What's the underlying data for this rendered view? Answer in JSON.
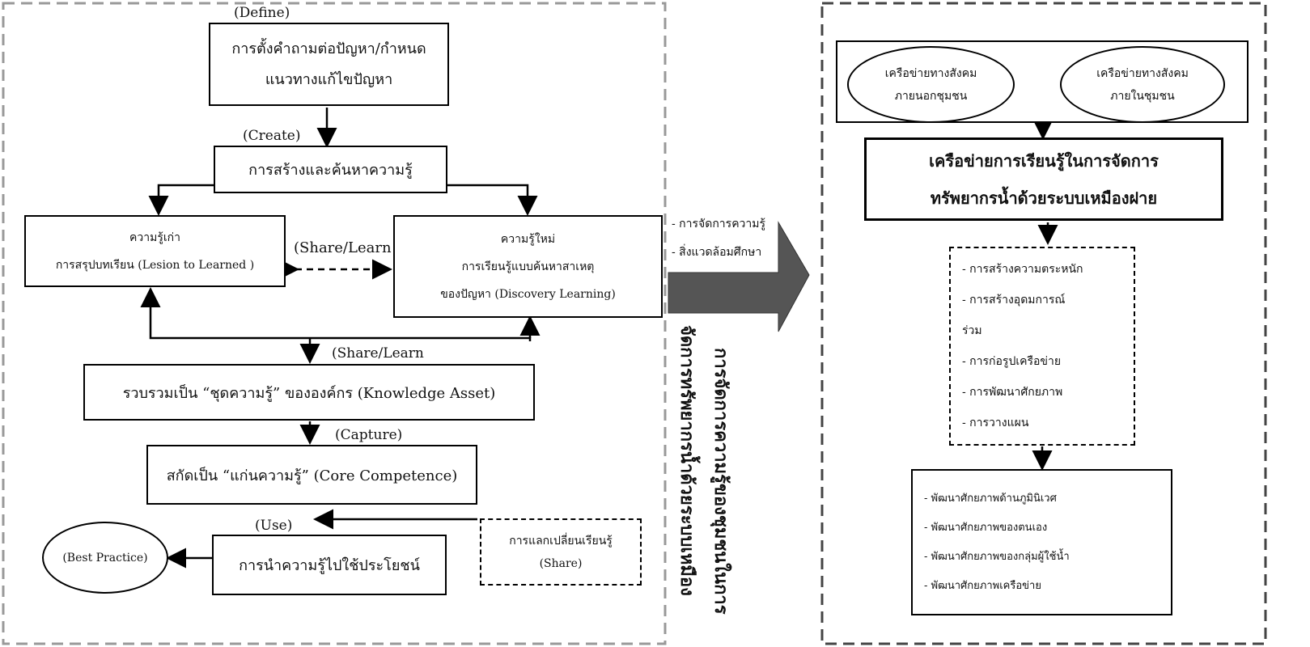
{
  "left": {
    "define_label": "(Define)",
    "define_box": [
      "การตั้งคำถามต่อปัญหา/กำหนด",
      "แนวทางแก้ไขปัญหา"
    ],
    "create_label": "(Create)",
    "create_box": "การสร้างและค้นหาความรู้",
    "old_knowledge": [
      "ความรู้เก่า",
      "การสรุปบทเรียน (Lesion to Learned )"
    ],
    "share_learn_1": "(Share/Learn",
    "new_knowledge": [
      "ความรู้ใหม่",
      "การเรียนรู้แบบค้นหาสาเหตุ",
      "ของปัญหา (Discovery Learning)"
    ],
    "share_learn_2": "(Share/Learn",
    "asset_box": "รวบรวมเป็น “ชุดความรู้”  ขององค์กร (Knowledge Asset)",
    "capture_label": "(Capture)",
    "core_box": "สกัดเป็น “แก่นความรู้” (Core Competence)",
    "use_label": "(Use)",
    "use_box": "การนำความรู้ไปใช้ประโยชน์",
    "best_practice": "(Best Practice)",
    "exchange_box": [
      "การแลกเปลี่ยนเรียนรู้",
      "(Share)"
    ]
  },
  "middle": {
    "notes": [
      "- การจัดการความรู้",
      "- สิ่งแวดล้อมศึกษา"
    ],
    "vertical_1": "จัดการทรัพยากรน้ำด้วยระบบเหมือง",
    "vertical_2": "การจัดการความรู้ของชุมชนในการ"
  },
  "right": {
    "outer_network": [
      "เครือข่ายทางสังคม",
      "ภายนอกชุมชน"
    ],
    "inner_network": [
      "เครือข่ายทางสังคม",
      "ภายในชุมชน"
    ],
    "learning_network": [
      "เครือข่ายการเรียนรู้ในการจัดการ",
      "ทรัพยากรน้ำด้วยระบบเหมืองฝาย"
    ],
    "process_items": [
      "- การสร้างความตระหนัก",
      "- การสร้างอุดมการณ์",
      "ร่วม",
      "- การก่อรูปเครือข่าย",
      "- การพัฒนาศักยภาพ",
      "- การวางแผน"
    ],
    "outcome_items": [
      "- พัฒนาศักยภาพด้านภูมินิเวศ",
      "- พัฒนาศักยภาพของตนเอง",
      "- พัฒนาศักยภาพของกลุ่มผู้ใช้น้ำ",
      "- พัฒนาศักยภาพเครือข่าย"
    ]
  },
  "colors": {
    "arrow_fill": "#555555",
    "line": "#000000",
    "dash": "#999999"
  }
}
